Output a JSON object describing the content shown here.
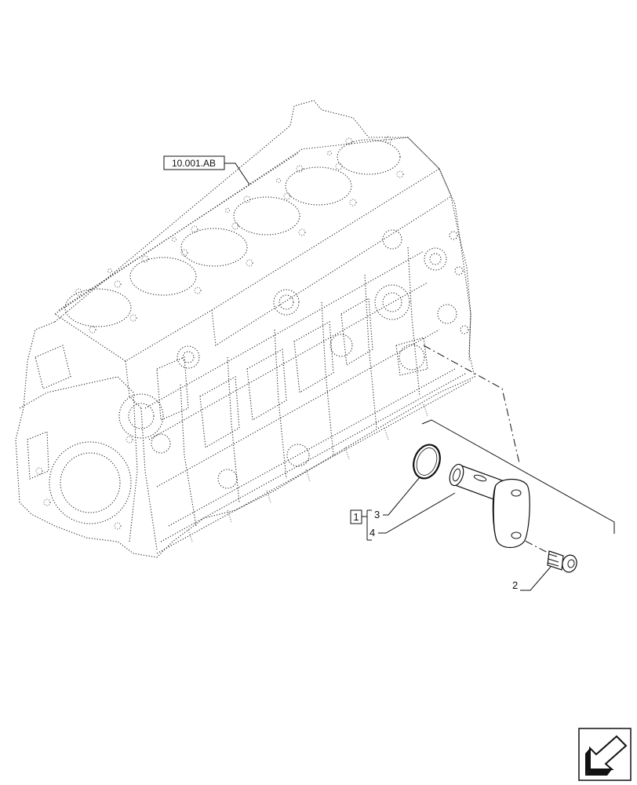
{
  "reference_label": "10.001.AB",
  "callouts": {
    "kit_number": "1",
    "oring": "3",
    "pipe": "4",
    "screw": "2"
  },
  "colors": {
    "line": "#111111",
    "background": "#ffffff"
  },
  "icons": {
    "nav": "next-page-arrow-icon"
  }
}
